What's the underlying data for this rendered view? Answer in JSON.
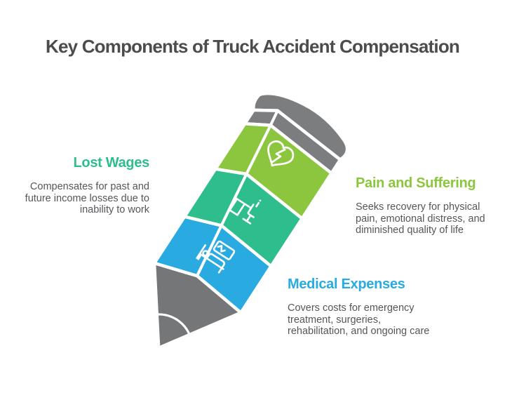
{
  "title": "Key Components of Truck Accident Compensation",
  "colors": {
    "title_text": "#4B4C4E",
    "body_text": "#55565A",
    "lime_green": "#8CC63F",
    "teal_green": "#2EBD8C",
    "blue": "#29ABE2",
    "eraser_gray": "#7C7D7F",
    "tip_gray": "#747678",
    "outline_white": "#FFFFFF"
  },
  "sections": [
    {
      "heading": "Lost Wages",
      "description": "Compensates for past and future income losses due to inability to work",
      "color": "#2EBD8C",
      "icon": "desk-icon"
    },
    {
      "heading": "Pain and Suffering",
      "description": "Seeks recovery for physical pain, emotional distress, and diminished quality of life",
      "color": "#8CC63F",
      "icon": "broken-heart-icon"
    },
    {
      "heading": "Medical Expenses",
      "description": "Covers costs for emergency treatment, surgeries, rehabilitation, and ongoing care",
      "color": "#29ABE2",
      "icon": "hospital-bed-icon"
    }
  ]
}
